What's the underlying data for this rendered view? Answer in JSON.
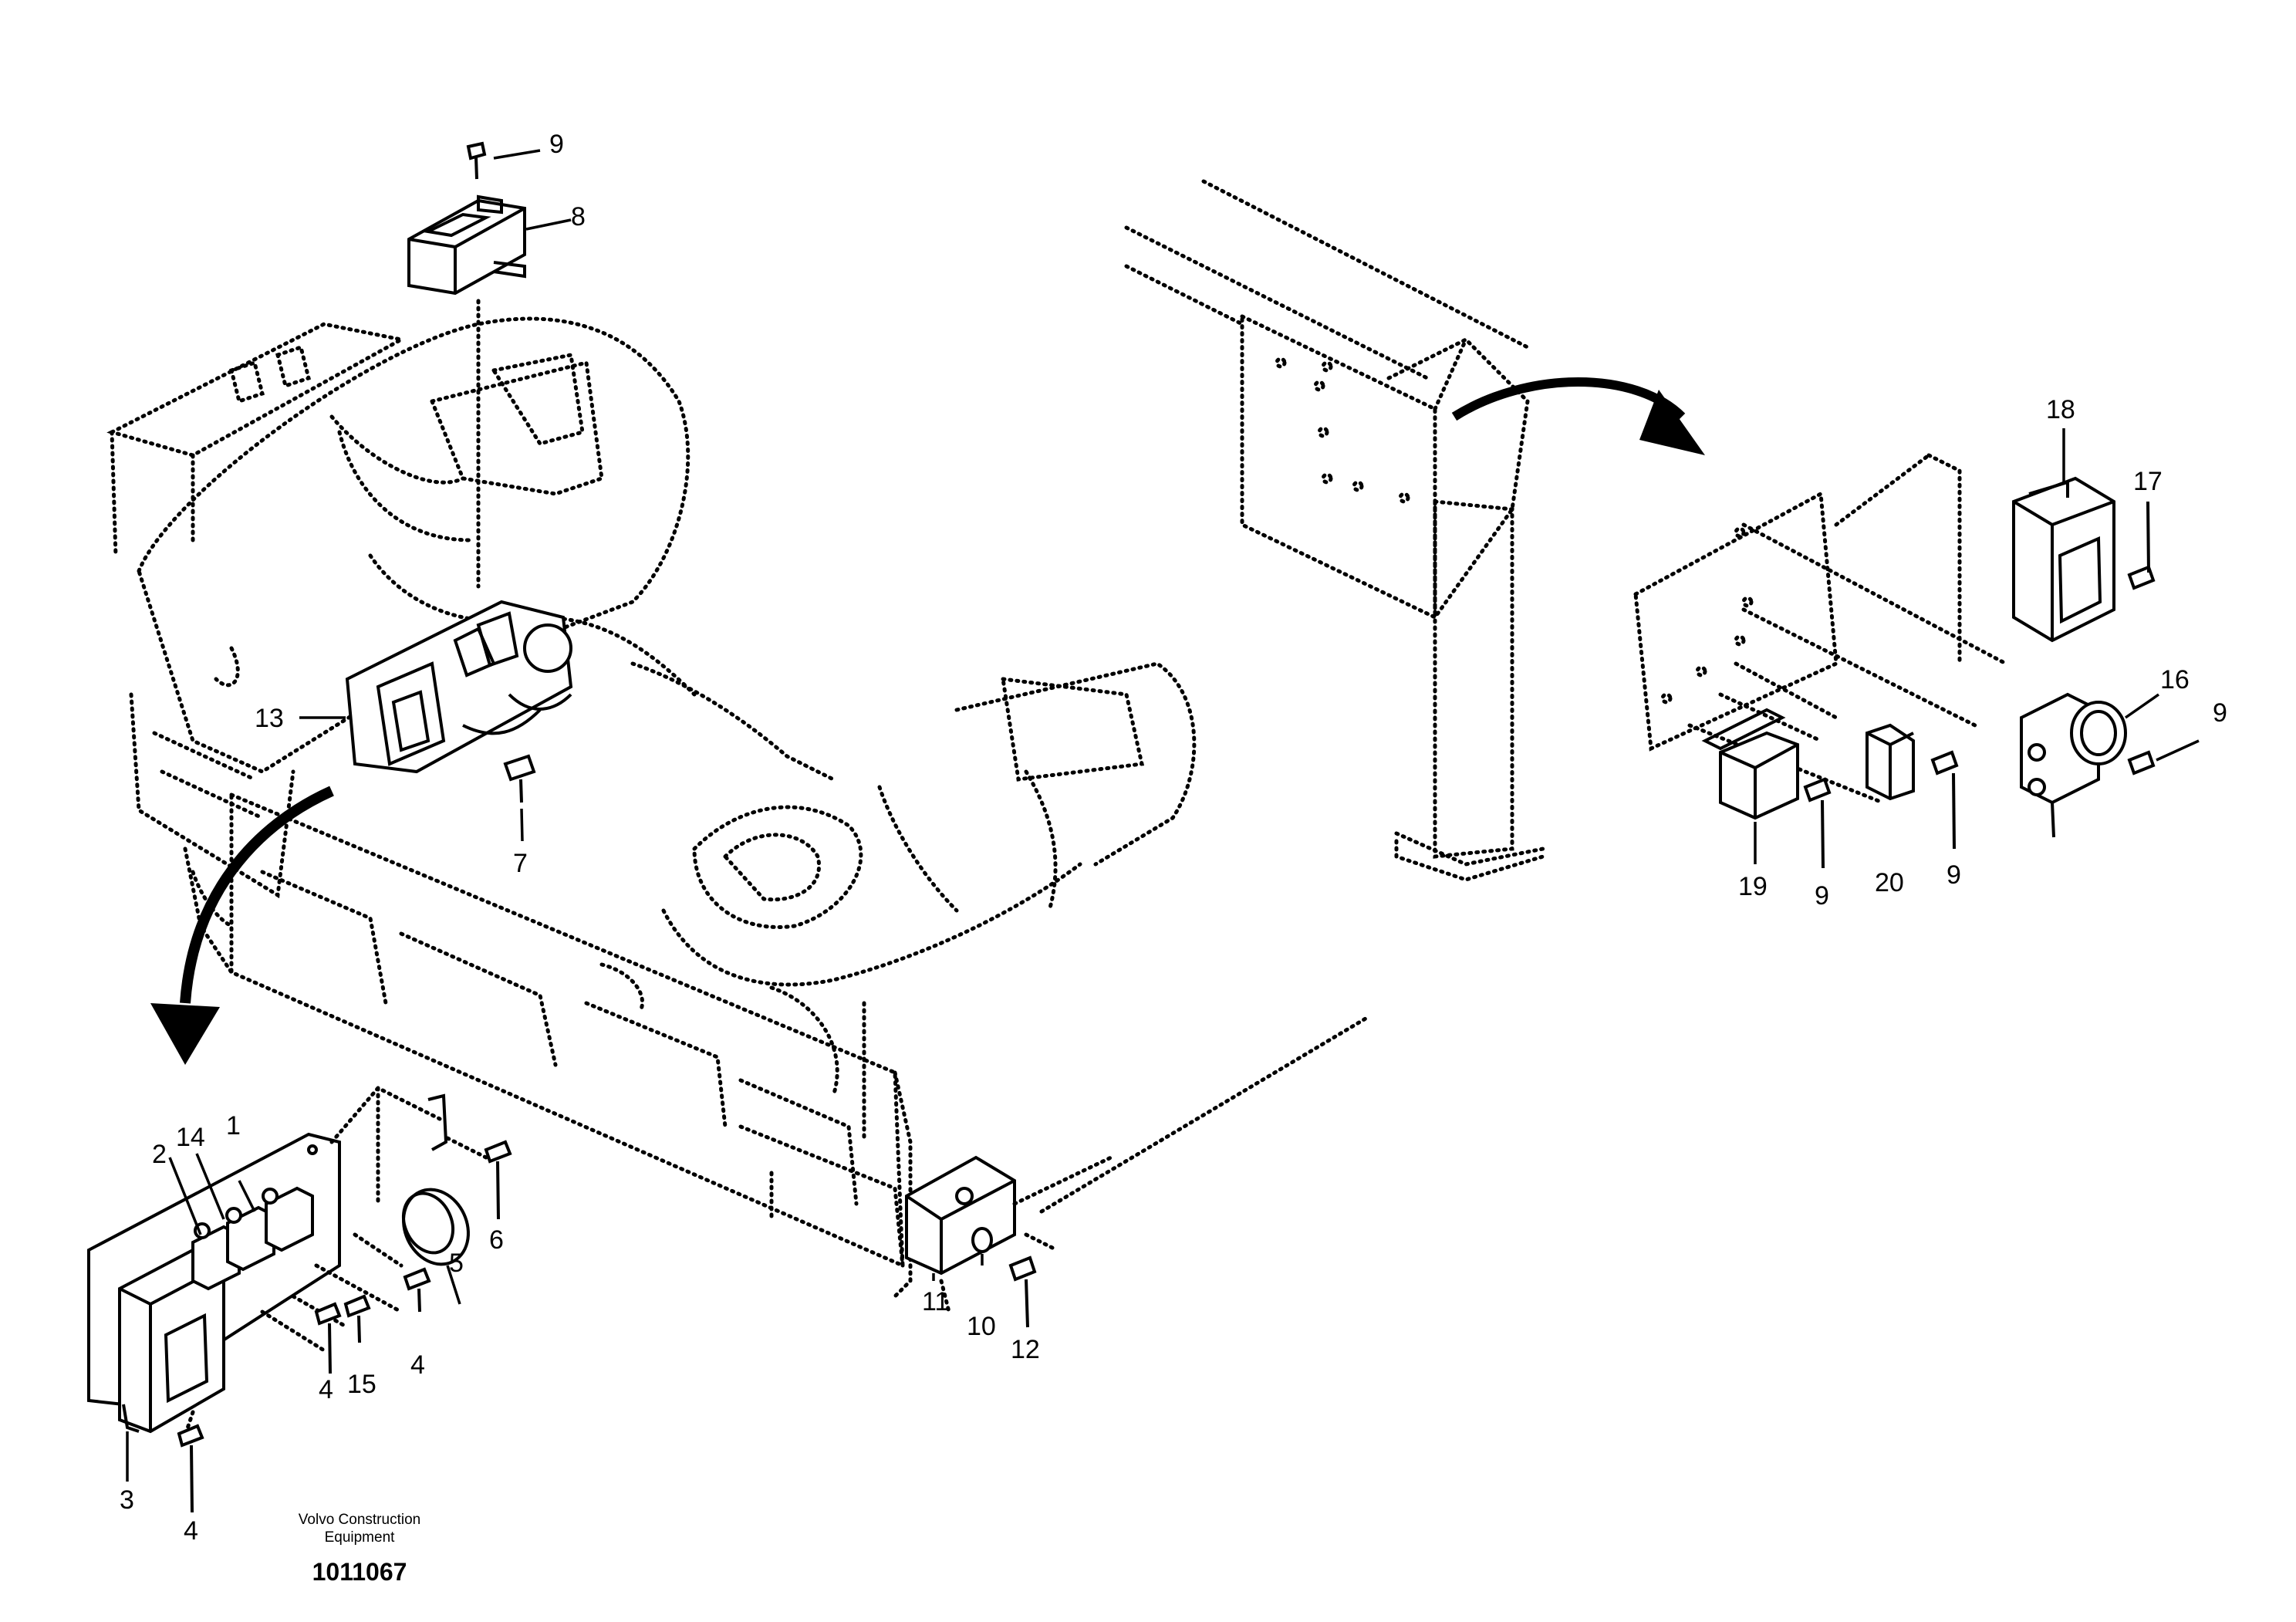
{
  "callouts": {
    "c1": "1",
    "c2": "2",
    "c3": "3",
    "c4a": "4",
    "c4b": "4",
    "c4c": "4",
    "c5": "5",
    "c6": "6",
    "c7": "7",
    "c8": "8",
    "c9a": "9",
    "c9b": "9",
    "c9c": "9",
    "c9d": "9",
    "c10": "10",
    "c11": "11",
    "c12": "12",
    "c13": "13",
    "c14": "14",
    "c15": "15",
    "c16": "16",
    "c17": "17",
    "c18": "18",
    "c19": "19",
    "c20": "20"
  },
  "footer": {
    "company_line1": "Volvo Construction",
    "company_line2": "Equipment",
    "drawing_number": "1011067"
  }
}
